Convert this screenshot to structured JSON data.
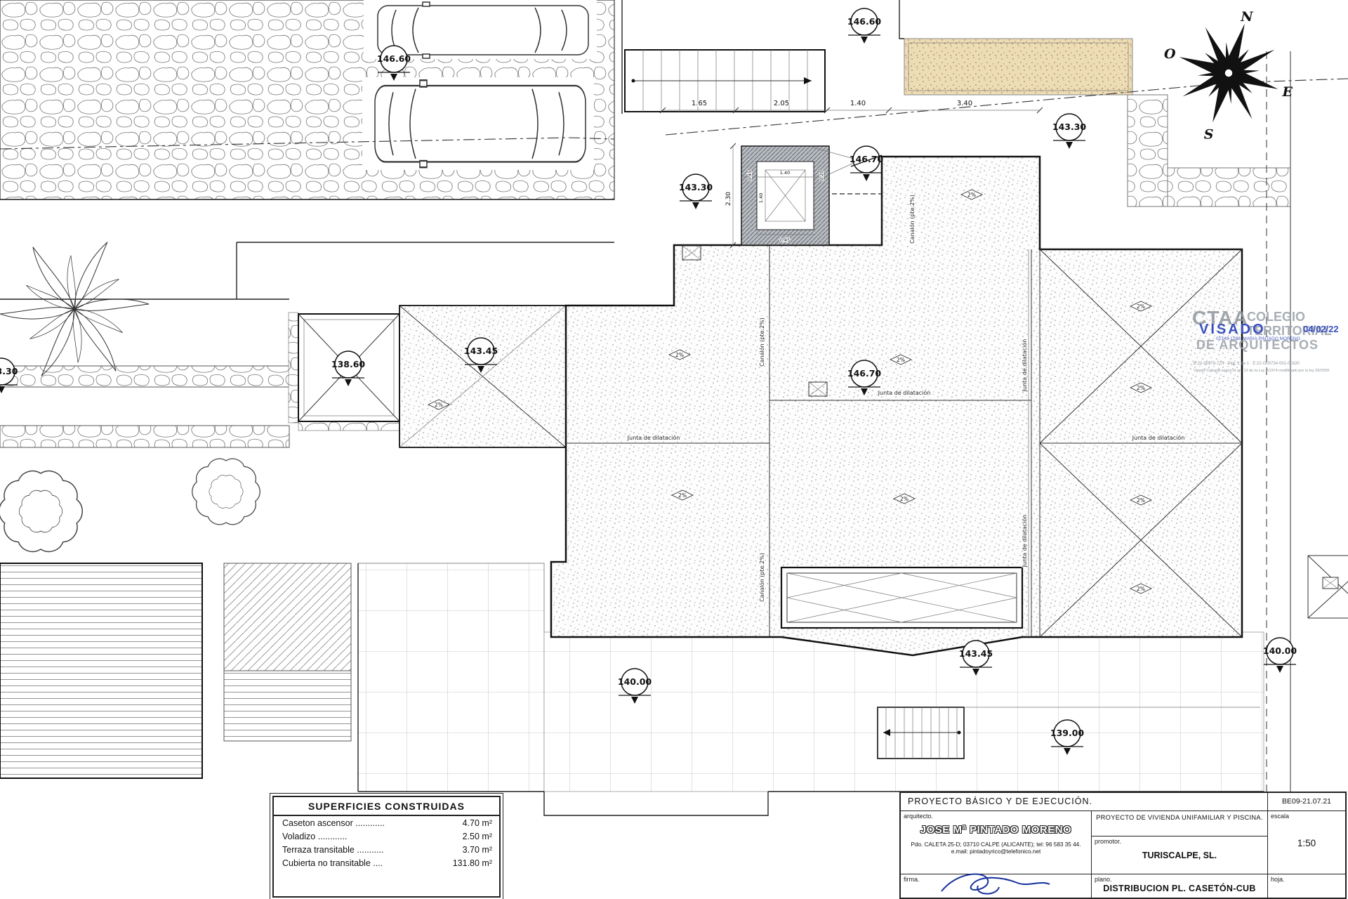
{
  "drawing": {
    "levels": [
      "146.60",
      "146.60",
      "143.30",
      "143.30",
      "146.70",
      "138.60",
      "143.45",
      "146.70",
      "143.45",
      "140.00",
      "139.00",
      "140.00",
      "3.30"
    ],
    "top_dims": [
      "1.65",
      "2.05",
      "1.40",
      "3.40"
    ],
    "elevator_dims": {
      "height": "2.30",
      "wall_a": "0.45",
      "width": "1.40",
      "gap": "0.20",
      "wall_b": "0.45",
      "depth": "1.40"
    },
    "labels": {
      "canalon": "Canalón (pte.2%)",
      "junta": "Junta de dilatación",
      "slope": "2%"
    },
    "compass": {
      "n": "N",
      "e": "E",
      "s": "S",
      "o": "O"
    }
  },
  "stamp": {
    "org_acronym": "CTAA",
    "org_line1": "COLEGIO",
    "org_line2": "TERRITORIAL",
    "org_line3": "DE ARQUITECTOS",
    "visado": "VISADO",
    "date": "04/02/22",
    "ref": "02749-1288. MARIA PINTADO MORENO",
    "small1": "E:22-00370-770 · Pág. 1 de 1 · E:22-G00734-001-00320",
    "small2": "Visado Colegial según el art. 13 de la Ley 2/1974 modificado por la ley 25/2009"
  },
  "areas_table": {
    "title": "SUPERFICIES CONSTRUIDAS",
    "rows": [
      {
        "label": "Caseton ascensor ............",
        "value": "4.70 m²"
      },
      {
        "label": "Voladizo          ............",
        "value": "2.50 m²"
      },
      {
        "label": "Terraza transitable ...........",
        "value": "3.70 m²"
      },
      {
        "label": "Cubierta no transitable ....",
        "value": "131.80 m²"
      }
    ]
  },
  "title_block": {
    "project_header": "PROYECTO  BÁSICO  Y  DE  EJECUCIÓN.",
    "code": "BE09-21.07.21",
    "arquitecto_label": "arquitecto.",
    "architect": "JOSE Mª PINTADO MORENO",
    "address": "Pdo. CALETA 25-D; 03710 CALPE (ALICANTE); tel: 96 583 35 44.",
    "email": "e.mail: pintadoyrico@telefonico.net",
    "project_desc": "PROYECTO  DE  VIVIENDA  UNIFAMILIAR  Y  PISCINA.",
    "promotor_label": "promotor.",
    "promotor": "TURISCALPE, SL.",
    "escala_label": "escala",
    "escala": "1:50",
    "firma_label": "firma.",
    "plano_label": "plano.",
    "plano": "DISTRIBUCION PL. CASETÓN-CUB",
    "hoja_label": "hoja."
  }
}
